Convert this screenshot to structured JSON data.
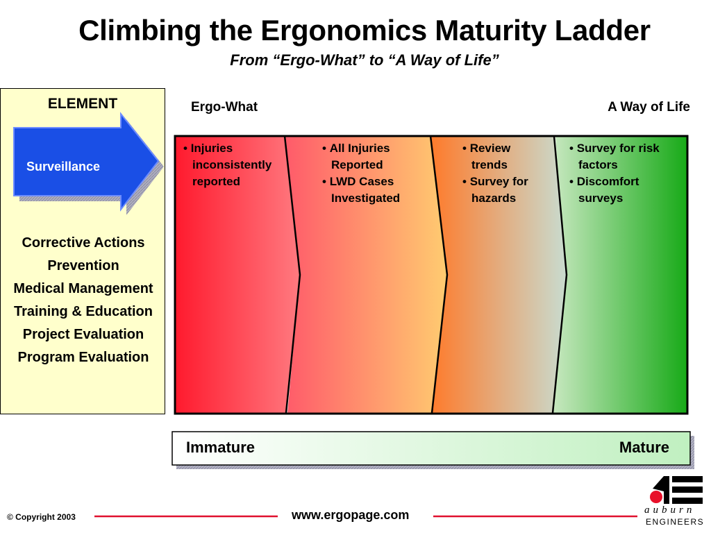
{
  "header": {
    "title": "Climbing the Ergonomics Maturity Ladder",
    "subtitle": "From “Ergo-What” to “A Way of Life”"
  },
  "element_panel": {
    "heading": "ELEMENT",
    "active_element": "Surveillance",
    "items": [
      "Corrective Actions",
      "Prevention",
      "Medical Management",
      "Training & Education",
      "Project Evaluation",
      "Program Evaluation"
    ]
  },
  "maturity_labels": {
    "left": "Ergo-What",
    "right": "A Way of Life"
  },
  "stages": [
    {
      "bullets": [
        "Injuries inconsistently reported"
      ]
    },
    {
      "bullets": [
        "All Injuries Reported",
        "LWD Cases Investigated"
      ]
    },
    {
      "bullets": [
        "Review trends",
        "Survey for hazards"
      ]
    },
    {
      "bullets": [
        "Survey for risk factors",
        "Discomfort surveys"
      ]
    }
  ],
  "scale": {
    "left": "Immature",
    "right": "Mature"
  },
  "footer": {
    "copyright": "© Copyright 2003",
    "website": "www.ergopage.com"
  },
  "logo": {
    "top_word": "auburn",
    "bottom_word": "ENGINEERS"
  },
  "colors": {
    "arrow_blue": "#1a4fe6",
    "panel_yellow": "#ffffcc",
    "footer_red": "#e0102e",
    "logo_red": "#e8102a"
  },
  "icons": {
    "arrow": "right-arrow-icon",
    "logo": "ae-monogram-icon"
  }
}
